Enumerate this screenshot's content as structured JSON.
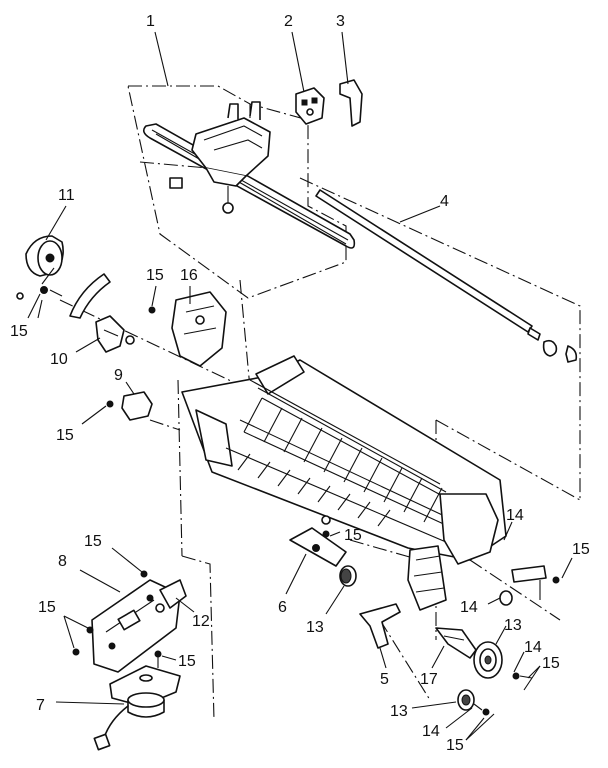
{
  "callouts": [
    {
      "id": "c1",
      "text": "1"
    },
    {
      "id": "c2",
      "text": "2"
    },
    {
      "id": "c3",
      "text": "3"
    },
    {
      "id": "c4",
      "text": "4"
    },
    {
      "id": "c11",
      "text": "11"
    },
    {
      "id": "c15a",
      "text": "15"
    },
    {
      "id": "c16",
      "text": "16"
    },
    {
      "id": "c15b",
      "text": "15"
    },
    {
      "id": "c10",
      "text": "10"
    },
    {
      "id": "c9",
      "text": "9"
    },
    {
      "id": "c15c",
      "text": "15"
    },
    {
      "id": "c15d",
      "text": "15"
    },
    {
      "id": "c14a",
      "text": "14"
    },
    {
      "id": "c15e",
      "text": "15"
    },
    {
      "id": "c15f",
      "text": "15"
    },
    {
      "id": "c8",
      "text": "8"
    },
    {
      "id": "c15g",
      "text": "15"
    },
    {
      "id": "c12",
      "text": "12"
    },
    {
      "id": "c6",
      "text": "6"
    },
    {
      "id": "c13a",
      "text": "13"
    },
    {
      "id": "c14b",
      "text": "14"
    },
    {
      "id": "c13b",
      "text": "13"
    },
    {
      "id": "c15h",
      "text": "15"
    },
    {
      "id": "c5",
      "text": "5"
    },
    {
      "id": "c17",
      "text": "17"
    },
    {
      "id": "c14c",
      "text": "14"
    },
    {
      "id": "c15i",
      "text": "15"
    },
    {
      "id": "c7",
      "text": "7"
    },
    {
      "id": "c13c",
      "text": "13"
    },
    {
      "id": "c14d",
      "text": "14"
    },
    {
      "id": "c15j",
      "text": "15"
    }
  ]
}
